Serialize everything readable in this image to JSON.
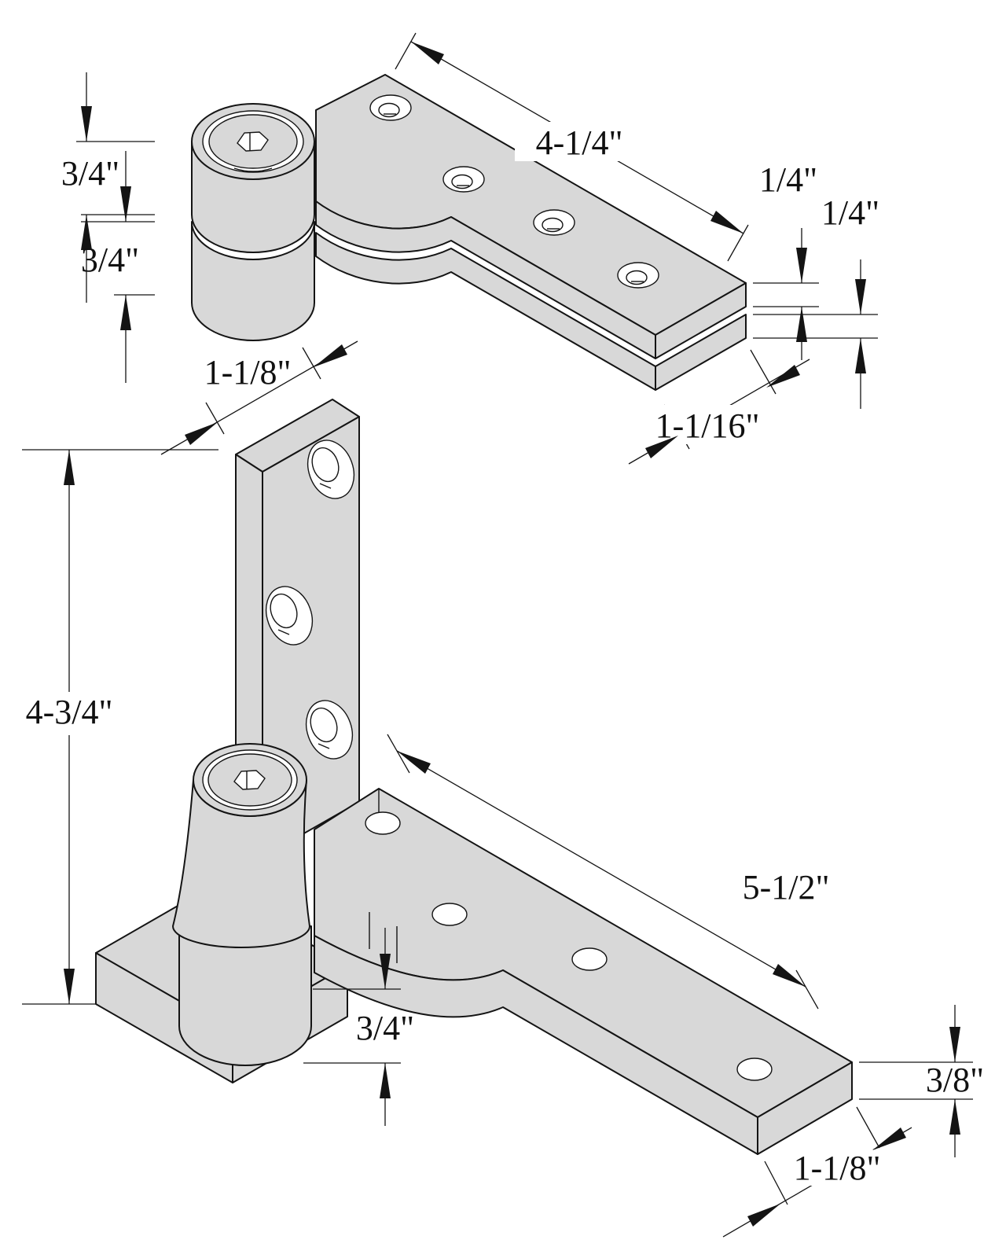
{
  "drawing": {
    "background": "#ffffff",
    "part_fill": "#d8d8d8",
    "line_color": "#141414",
    "top_assembly": {
      "dims": {
        "barrel_upper_height": "3/4\"",
        "barrel_lower_height": "3/4\"",
        "arm_length": "4-1/4\"",
        "upper_leaf_thickness": "1/4\"",
        "lower_leaf_thickness": "1/4\"",
        "arm_width": "1-1/16\""
      }
    },
    "bottom_assembly": {
      "dims": {
        "plate_width": "1-1/8\"",
        "plate_height": "4-3/4\"",
        "arm_length": "5-1/2\"",
        "pivot_boss_height": "3/4\"",
        "arm_thickness": "3/8\"",
        "arm_end_width": "1-1/8\""
      }
    }
  }
}
